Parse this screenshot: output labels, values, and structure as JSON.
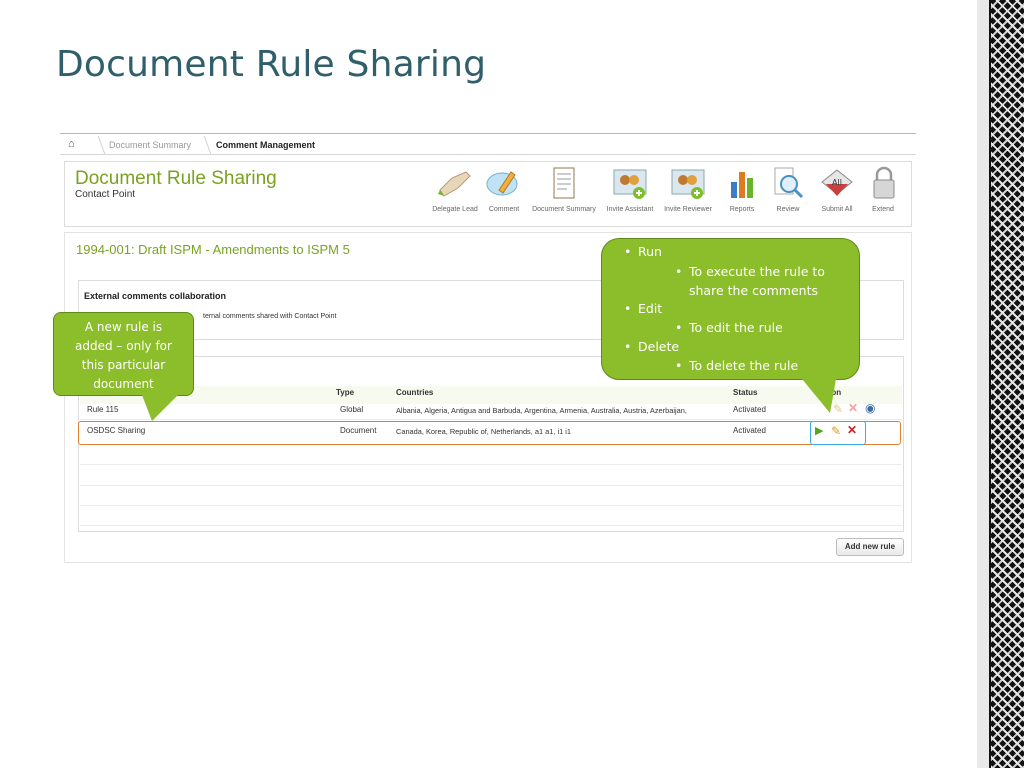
{
  "slide": {
    "title": "Document Rule Sharing"
  },
  "breadcrumb": {
    "items": [
      "Document Summary",
      "Comment Management"
    ]
  },
  "header": {
    "title": "Document Rule Sharing",
    "subtitle": "Contact Point"
  },
  "toolbar": {
    "items": [
      {
        "label": "Delegate Lead",
        "icon": "delegate-hand-icon"
      },
      {
        "label": "Comment",
        "icon": "comment-bubble-icon"
      },
      {
        "label": "Document Summary",
        "icon": "document-icon"
      },
      {
        "label": "Invite Assistant",
        "icon": "invite-people-icon"
      },
      {
        "label": "Invite Reviewer",
        "icon": "invite-people-icon"
      },
      {
        "label": "Reports",
        "icon": "bar-chart-icon"
      },
      {
        "label": "Review",
        "icon": "magnifier-icon"
      },
      {
        "label": "Submit All",
        "icon": "submit-all-icon"
      },
      {
        "label": "Extend",
        "icon": "padlock-icon"
      }
    ]
  },
  "document": {
    "line": "1994-001: Draft ISPM - Amendments to ISPM 5"
  },
  "external": {
    "title": "External comments collaboration",
    "description": "ternal comments shared with Contact Point"
  },
  "table": {
    "headers": {
      "type": "Type",
      "countries": "Countries",
      "status": "Status",
      "action": "ction"
    },
    "rows": [
      {
        "name": "Rule 115",
        "type": "Global",
        "countries": "Albania, Algeria, Antigua and Barbuda, Argentina, Armenia, Australia, Austria, Azerbaijan,",
        "status": "Activated"
      },
      {
        "name": "OSDSC Sharing",
        "type": "Document",
        "countries": "Canada, Korea, Republic of, Netherlands, a1 a1, i1 i1",
        "status": "Activated"
      }
    ]
  },
  "buttons": {
    "add_rule": "Add new rule"
  },
  "callouts": {
    "left": {
      "lines": [
        "A new rule is",
        "added – only for",
        "this particular",
        "document"
      ]
    },
    "right": {
      "run": "Run",
      "run_detail_1": "To execute the rule to",
      "run_detail_2": "share the comments",
      "edit": "Edit",
      "edit_detail": "To edit the rule",
      "delete": "Delete",
      "delete_detail": "To delete the rule"
    }
  },
  "colors": {
    "title": "#2f5f6a",
    "accent_green": "#7aa221",
    "callout": "#8cbd2a",
    "row_highlight": "#e08030",
    "action_highlight": "#3aaee0"
  }
}
